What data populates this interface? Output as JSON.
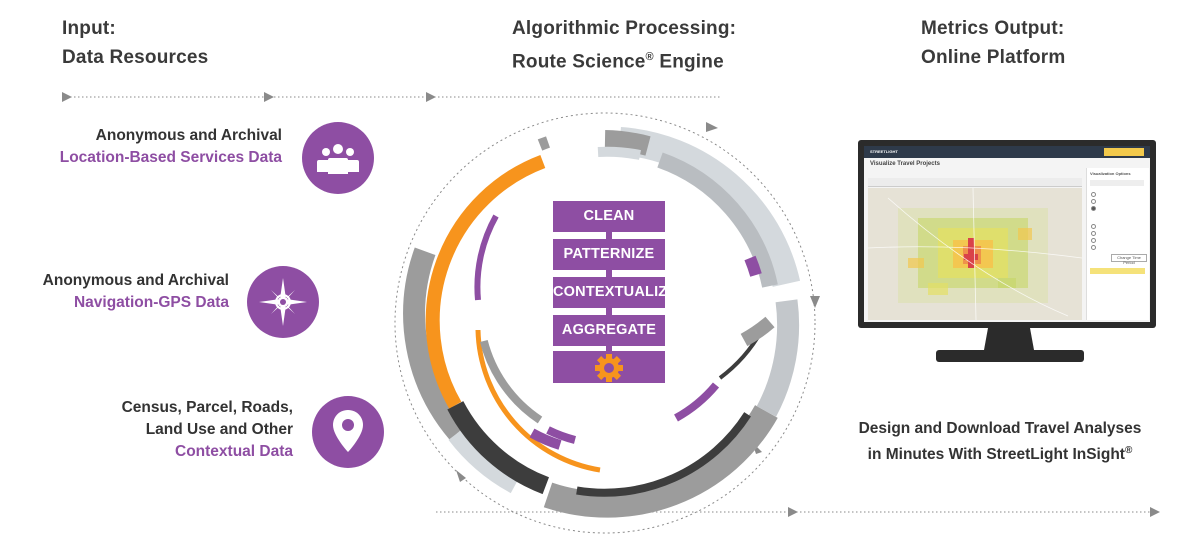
{
  "headers": {
    "input_line1": "Input:",
    "input_line2": "Data Resources",
    "processing_line1": "Algorithmic Processing:",
    "processing_line2": "Route Science",
    "processing_reg": "®",
    "processing_line2_end": " Engine",
    "output_line1": "Metrics Output:",
    "output_line2": "Online Platform"
  },
  "sources": [
    {
      "line1": "Anonymous and Archival",
      "line2": "Location-Based Services Data",
      "icon": "people-group-icon"
    },
    {
      "line1": "Anonymous and Archival",
      "line2": "Navigation-GPS Data",
      "icon": "compass-rose-icon"
    },
    {
      "line1": "Census, Parcel, Roads,",
      "line2": "Land Use and Other",
      "line3": "Contextual Data",
      "icon": "map-pin-icon"
    }
  ],
  "steps": [
    "CLEAN",
    "PATTERNIZE",
    "CONTEXTUALIZE",
    "AGGREGATE"
  ],
  "gear_icon": "gear-icon",
  "monitor": {
    "app_title": "STREETLIGHT",
    "page_title": "Visualize Travel Projects",
    "panel_title": "Visualization Options",
    "button": "Change Time Period"
  },
  "caption": {
    "line1": "Design and Download Travel Analyses",
    "line2": "in Minutes With StreetLight InSight",
    "reg": "®"
  },
  "colors": {
    "purple": "#8e4ea3",
    "orange": "#f7941d",
    "dark_gray": "#3d3d3d",
    "mid_gray": "#9c9c9c",
    "light_gray": "#d4d9dd"
  }
}
